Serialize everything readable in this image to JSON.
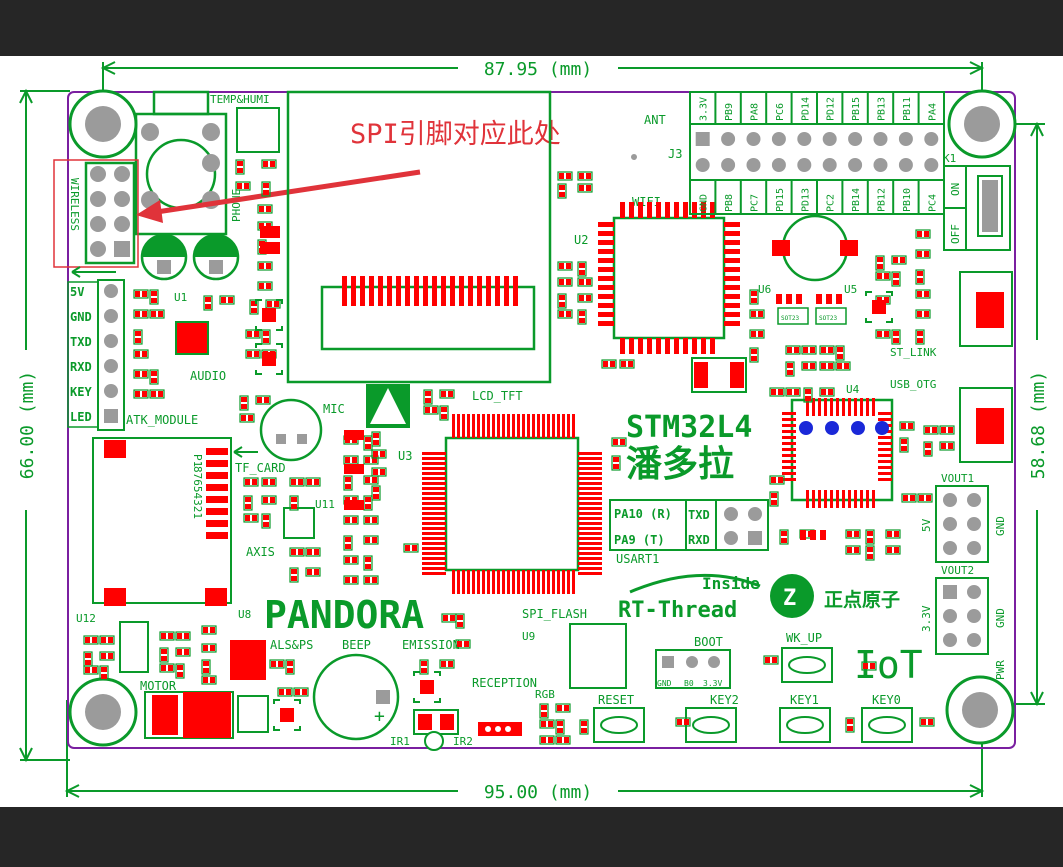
{
  "annotation": {
    "text": "SPI引脚对应此处",
    "color": "#e0333a"
  },
  "dimensions": {
    "top": "87.95 (mm)",
    "bottom": "95.00 (mm)",
    "left": "66.00 (mm)",
    "right": "58.68 (mm)"
  },
  "colors": {
    "silk": "#0a9a2a",
    "pad": "#ff0000",
    "board": "#ffffff",
    "outline": "#7a1fa0",
    "hole": "#9b9b9b",
    "bezel": "#262626"
  },
  "labels": {
    "temp": "TEMP&HUMI",
    "phone": "PHONE",
    "wireless": "WIRELESS",
    "u1": "U1",
    "audio": "AUDIO",
    "atk_module": "ATK_MODULE",
    "lcd_tft": "LCD_TFT",
    "mic": "MIC",
    "u3": "U3",
    "tf_card": "TF_CARD",
    "axis": "AXIS",
    "u11": "U11",
    "p1": "P1",
    "p1_pins": "87654321",
    "u12": "U12",
    "u8": "U8",
    "motor": "MOTOR",
    "pandora": "PANDORA",
    "als_ps": "ALS&PS",
    "beep": "BEEP",
    "emission": "EMISSION",
    "reception": "RECEPTION",
    "ir1": "IR1",
    "ir2": "IR2",
    "rgb": "RGB",
    "spi_flash": "SPI_FLASH",
    "u9": "U9",
    "reset": "RESET",
    "boot": "BOOT",
    "key2": "KEY2",
    "key1": "KEY1",
    "key0": "KEY0",
    "wk_up": "WK_UP",
    "iot": "IoT",
    "usart1": "USART1",
    "rt_thread": "RT-Thread",
    "inside": "Inside",
    "stm": "STM32L4",
    "panduola": "潘多拉",
    "alientek": "正点原子",
    "wifi": "WIFI",
    "u2": "U2",
    "ant": "ANT",
    "j3": "J3",
    "k1": "K1",
    "on": "ON",
    "off": "OFF",
    "u6": "U6",
    "u5": "U5",
    "st_link": "ST_LINK",
    "usb_otg": "USB_OTG",
    "u4": "U4",
    "vout1": "VOUT1",
    "vout2": "VOUT2",
    "v5": "5V",
    "v33": "3.3V",
    "gnd": "GND",
    "pwr": "PWR",
    "sot23": "SOT23"
  },
  "atk_pins": [
    "5V",
    "GND",
    "TXD",
    "RXD",
    "KEY",
    "LED"
  ],
  "usart_rows": [
    {
      "l": "PA10 (R)",
      "r": "TXD"
    },
    {
      "l": "PA9  (T)",
      "r": "RXD"
    }
  ],
  "boot_labels": [
    "GND",
    "B0",
    "3.3V"
  ],
  "header_top": [
    "3.3V",
    "PB9",
    "PA8",
    "PC6",
    "PD14",
    "PD12",
    "PB15",
    "PB13",
    "PB11",
    "PA4"
  ],
  "header_bottom": [
    "GND",
    "PB8",
    "PC7",
    "PD15",
    "PD13",
    "PC2",
    "PB14",
    "PB12",
    "PB10",
    "PC4"
  ]
}
